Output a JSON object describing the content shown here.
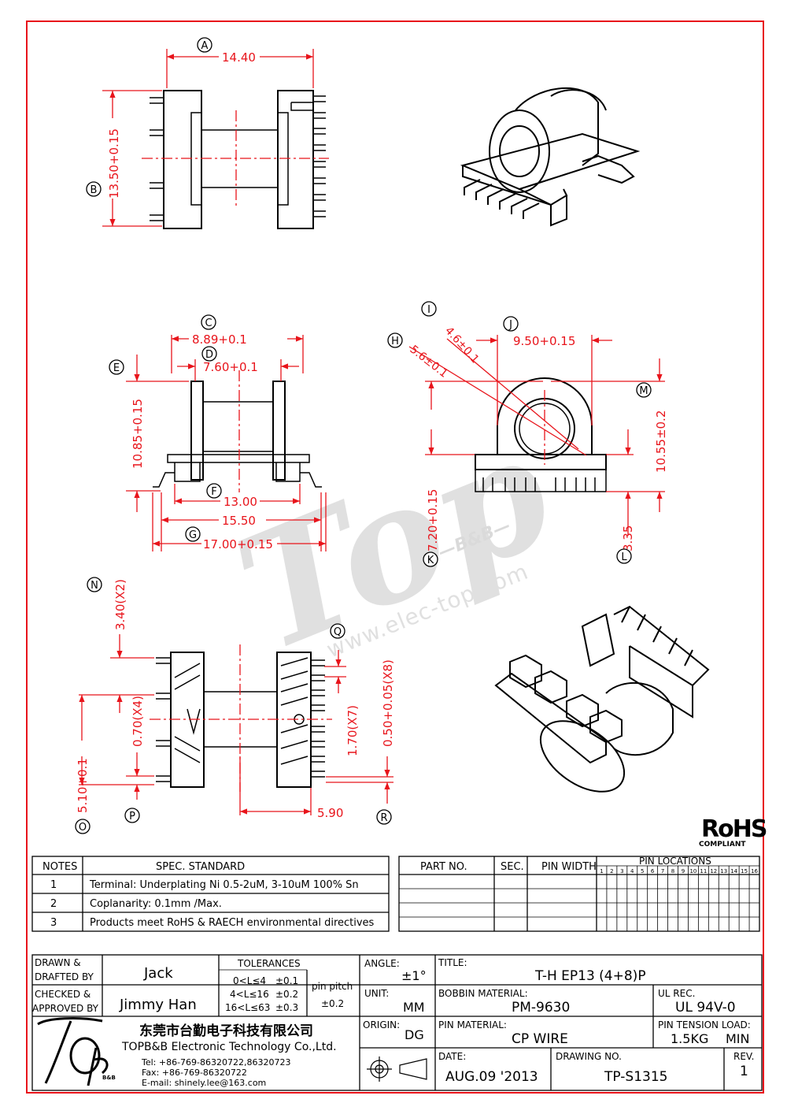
{
  "colors": {
    "dimension": "#e8141b",
    "border": "#e8141b",
    "outline": "#000000",
    "watermark": "#bdbdbd"
  },
  "views": {
    "top": {
      "A": "14.40",
      "B": "13.50+0.15"
    },
    "side": {
      "C": "8.89+0.1",
      "D": "7.60+0.1",
      "E": "10.85+0.15",
      "F": "13.00",
      "F2": "15.50",
      "G": "17.00+0.15"
    },
    "end": {
      "H": "5.6±0.1",
      "I": "4.6±0.1",
      "J": "9.50+0.15",
      "K": "7.20+0.15",
      "L": "3.35",
      "M": "10.55±0.2"
    },
    "bottom": {
      "N": "3.40(X2)",
      "O": "5.10+0.1",
      "P": "0.70(X4)",
      "Q": "1.70(X7)",
      "R": "0.50+0.05(X8)",
      "W": "5.90"
    }
  },
  "markers": [
    "A",
    "B",
    "C",
    "D",
    "E",
    "F",
    "G",
    "H",
    "I",
    "J",
    "K",
    "L",
    "M",
    "N",
    "O",
    "P",
    "Q",
    "R"
  ],
  "rohs": {
    "title": "RoHS",
    "sub": "COMPLIANT"
  },
  "watermark": {
    "brand": "Top",
    "sub": "—B&B—",
    "url": "www.elec-top.com"
  },
  "notes": {
    "headers": [
      "NOTES",
      "SPEC. STANDARD"
    ],
    "rows": [
      {
        "no": "1",
        "text": "Terminal: Underplating Ni 0.5-2uM, 3-10uM 100% Sn"
      },
      {
        "no": "2",
        "text": "Coplanarity: 0.1mm /Max."
      },
      {
        "no": "3",
        "text": "Products meet RoHS & RAECH environmental directives"
      }
    ]
  },
  "parts": {
    "headers": [
      "PART NO.",
      "SEC.",
      "PIN WIDTH",
      "PIN LOCATIONS"
    ],
    "pins": [
      "1",
      "2",
      "3",
      "4",
      "5",
      "6",
      "7",
      "8",
      "9",
      "10",
      "11",
      "12",
      "13",
      "14",
      "15",
      "16"
    ]
  },
  "title_block": {
    "drawn_label": "DRAWN &\nDRAFTED BY",
    "drawn_value": "Jack",
    "checked_label": "CHECKED &\nAPPROVED BY",
    "checked_value": "Jimmy Han",
    "tol_title": "TOLERANCES",
    "tol_rows": [
      {
        "range": "0<L≤4",
        "tol": "±0.1"
      },
      {
        "range": "4<L≤16",
        "tol": "±0.2"
      },
      {
        "range": "16<L≤63",
        "tol": "±0.3"
      }
    ],
    "pin_pitch_label": "pin pitch",
    "pin_pitch_value": "±0.2",
    "angle_label": "ANGLE:",
    "angle_value": "±1°",
    "unit_label": "UNIT:",
    "unit_value": "MM",
    "origin_label": "ORIGIN:",
    "origin_value": "DG",
    "title_label": "TITLE:",
    "title_value": "T-H EP13 (4+8)P",
    "bobbin_label": "BOBBIN MATERIAL:",
    "bobbin_value": "PM-9630",
    "ul_label": "UL REC.",
    "ul_value": "UL 94V-0",
    "pinmat_label": "PIN MATERIAL:",
    "pinmat_value": "CP WIRE",
    "tension_label": "PIN TENSION LOAD:",
    "tension_value": "1.5KG",
    "tension_unit": "MIN",
    "date_label": "DATE:",
    "date_value": "AUG.09 '2013",
    "drawing_label": "DRAWING NO.",
    "drawing_value": "TP-S1315",
    "rev_label": "REV.",
    "rev_value": "1",
    "company_cn": "东莞市台勤电子科技有限公司",
    "company_en": "TOPB&B Electronic Technology Co.,Ltd.",
    "tel": "Tel: +86-769-86320722,86320723",
    "fax": "Fax: +86-769-86320722",
    "email": "E-mail: shinely.lee@163.com"
  }
}
